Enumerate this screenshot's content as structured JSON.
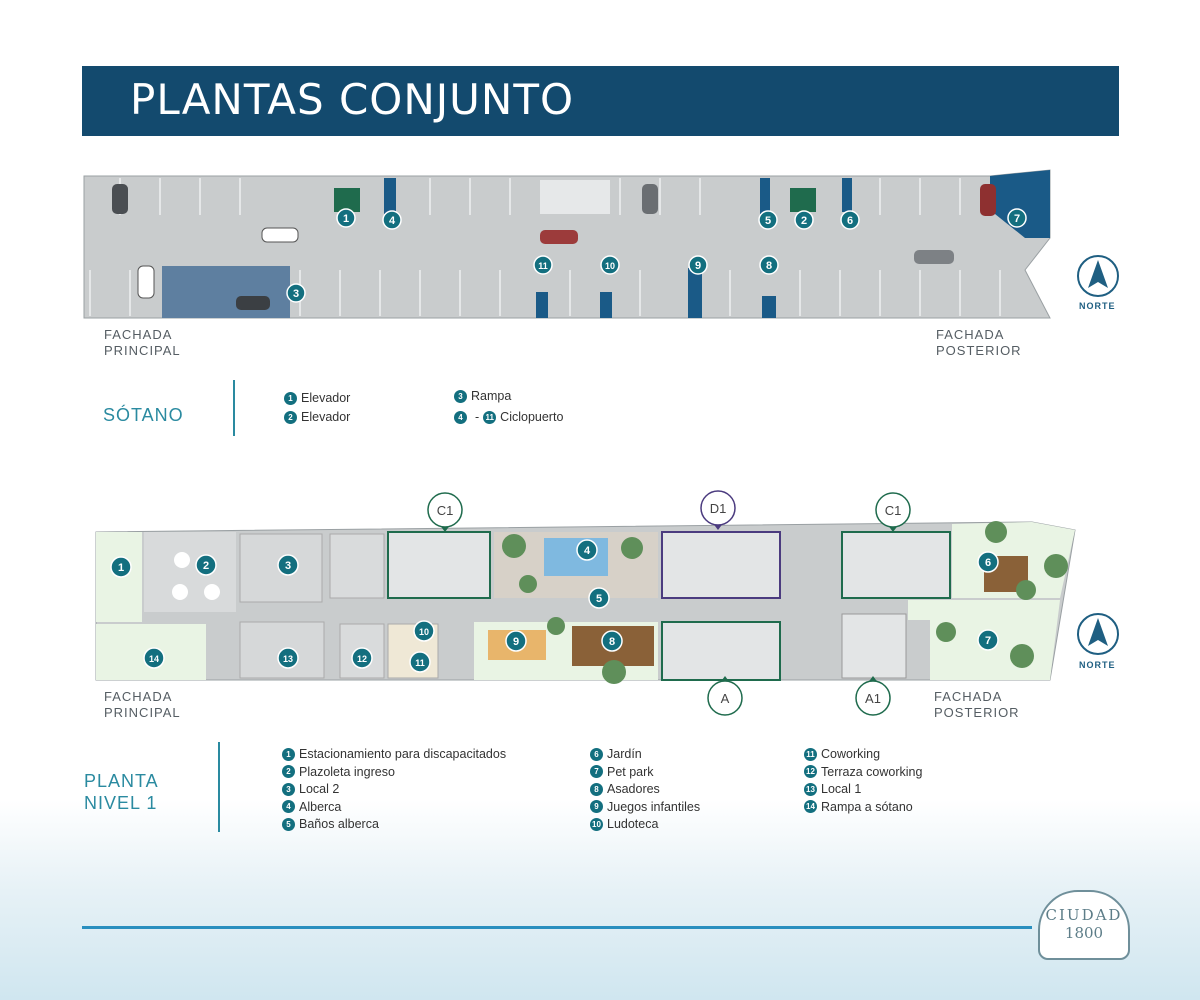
{
  "title": "PLANTAS CONJUNTO",
  "north_label": "NORTE",
  "facade": {
    "front": [
      "FACHADA",
      "PRINCIPAL"
    ],
    "back": [
      "FACHADA",
      "POSTERIOR"
    ]
  },
  "sotano": {
    "section": "SÓTANO",
    "markers": [
      "1",
      "2",
      "3",
      "4",
      "5",
      "6",
      "7",
      "8",
      "9",
      "10",
      "11"
    ],
    "legend": [
      {
        "num": "1",
        "label": "Elevador"
      },
      {
        "num": "2",
        "label": "Elevador"
      },
      {
        "num": "3",
        "label": "Rampa"
      },
      {
        "num": "4",
        "num2": "11",
        "sep": "-",
        "label": "Ciclopuerto"
      }
    ]
  },
  "planta": {
    "section": [
      "PLANTA",
      "NIVEL 1"
    ],
    "markers": [
      "1",
      "2",
      "3",
      "4",
      "5",
      "6",
      "7",
      "8",
      "9",
      "10",
      "11",
      "12",
      "13",
      "14"
    ],
    "unit_tags": [
      "C1",
      "D1",
      "C1",
      "A",
      "A1"
    ],
    "legend": [
      {
        "num": "1",
        "label": "Estacionamiento para discapacitados"
      },
      {
        "num": "2",
        "label": "Plazoleta ingreso"
      },
      {
        "num": "3",
        "label": "Local 2"
      },
      {
        "num": "4",
        "label": "Alberca"
      },
      {
        "num": "5",
        "label": "Baños alberca"
      },
      {
        "num": "6",
        "label": "Jardín"
      },
      {
        "num": "7",
        "label": "Pet park"
      },
      {
        "num": "8",
        "label": "Asadores"
      },
      {
        "num": "9",
        "label": "Juegos infantiles"
      },
      {
        "num": "10",
        "label": "Ludoteca"
      },
      {
        "num": "11",
        "label": "Coworking"
      },
      {
        "num": "12",
        "label": "Terraza coworking"
      },
      {
        "num": "13",
        "label": "Local 1"
      },
      {
        "num": "14",
        "label": "Rampa a sótano"
      }
    ]
  },
  "logo": [
    "CIUDAD",
    "1800"
  ],
  "colors": {
    "title_bar": "#134a6e",
    "marker": "#136f7f",
    "accent": "#2a8aa0",
    "floor": "#c9cccd",
    "green": "#e9f4e4"
  }
}
